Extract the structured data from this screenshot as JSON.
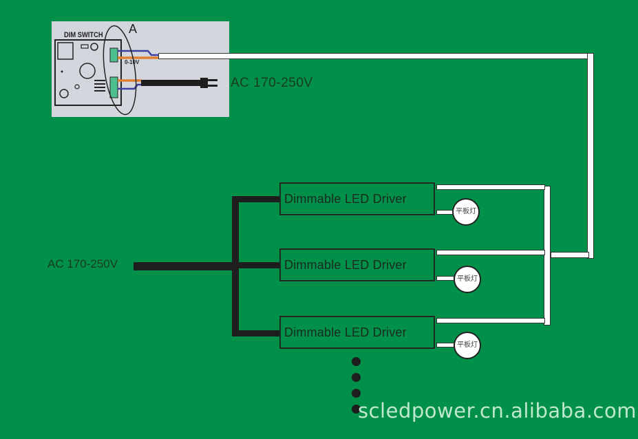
{
  "diagram": {
    "dim_switch": {
      "title": "DIM SWITCH",
      "callout_label": "A",
      "signal_label": "0-10V"
    },
    "mains_input_top": "AC 170-250V",
    "mains_input_left": "AC 170-250V",
    "drivers": [
      {
        "label": "Dimmable LED Driver",
        "lamp_label": "平板灯"
      },
      {
        "label": "Dimmable LED Driver",
        "lamp_label": "平板灯"
      },
      {
        "label": "Dimmable LED Driver",
        "lamp_label": "平板灯"
      }
    ],
    "continuation_dots": 4,
    "watermark": "scledpower.cn.alibaba.com",
    "colors": {
      "background": "#00904a",
      "panel": "#d3d6dc",
      "wire_dim": "#ffffff",
      "wire_power": "#1e1e1e",
      "watermark": "#bfe8cf"
    }
  }
}
